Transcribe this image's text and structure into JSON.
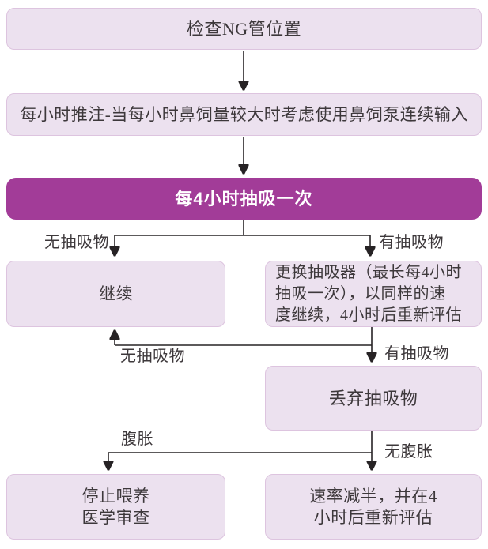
{
  "colors": {
    "box_bg": "#ece1ef",
    "box_border": "#ddc4df",
    "accent_bg": "#a23c98",
    "accent_text": "#ffffff",
    "text": "#3d383b",
    "line": "#272325"
  },
  "nodes": {
    "check_ng": {
      "label": "检查NG管位置"
    },
    "hourly_bolus": {
      "label": "每小时推注-当每小时鼻饲量较大时考虑使用鼻饲泵连续输入"
    },
    "aspirate_4h": {
      "label": "每4小时抽吸一次"
    },
    "continue_feed": {
      "label": "继续"
    },
    "replace_aspirate": {
      "lines": [
        "更换抽吸器（最长每4小时",
        "抽吸一次），以同样的速",
        "度继续，4小时后重新评估"
      ]
    },
    "discard_aspirate": {
      "label": "丢弃抽吸物"
    },
    "stop_feeding": {
      "lines": [
        "停止喂养",
        "医学审查"
      ]
    },
    "halve_rate": {
      "lines": [
        "速率减半，并在4",
        "小时后重新评估"
      ]
    }
  },
  "edge_labels": {
    "no_aspirate_top": "无抽吸物",
    "aspirate_top": "有抽吸物",
    "no_aspirate_mid": "无抽吸物",
    "aspirate_mid": "有抽吸物",
    "distension": "腹胀",
    "no_distension": "无腹胀"
  }
}
